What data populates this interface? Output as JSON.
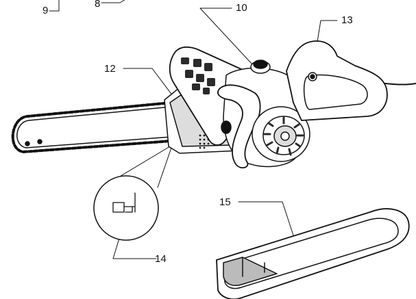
{
  "callouts": {
    "c8": "8",
    "c9": "9",
    "c10": "10",
    "c12": "12",
    "c13": "13",
    "c14": "14",
    "c15": "15"
  },
  "colors": {
    "ink": "#111111",
    "paper": "#ffffff",
    "shade": "#b9b9b9",
    "dark": "#2a2a2a"
  }
}
